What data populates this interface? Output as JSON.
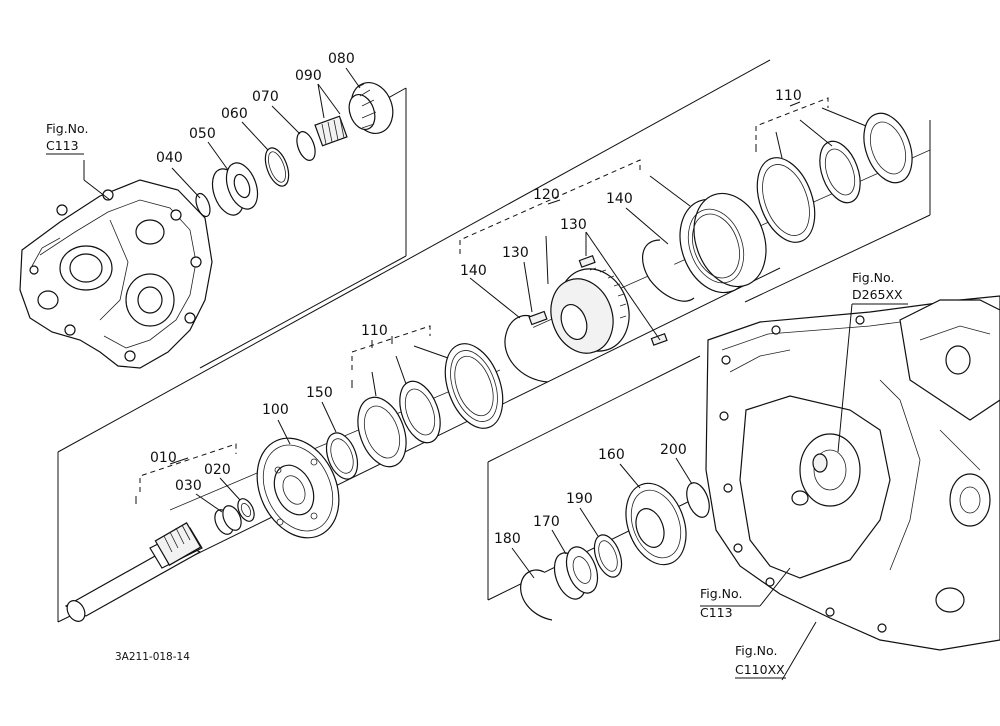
{
  "diagram_code": "3A211-018-14",
  "part_labels": {
    "p010": "010",
    "p020": "020",
    "p030": "030",
    "p040": "040",
    "p050": "050",
    "p060": "060",
    "p070": "070",
    "p080": "080",
    "p090": "090",
    "p100": "100",
    "p110a": "110",
    "p110b": "110",
    "p120": "120",
    "p130a": "130",
    "p130b": "130",
    "p140a": "140",
    "p140b": "140",
    "p150": "150",
    "p160": "160",
    "p170": "170",
    "p180": "180",
    "p190": "190",
    "p200": "200"
  },
  "fig_refs": {
    "c113_top": {
      "line1": "Fig.No.",
      "line2": "C113"
    },
    "d265xx": {
      "line1": "Fig.No.",
      "line2": "D265XX"
    },
    "c113_bottom": {
      "line1": "Fig.No.",
      "line2": "C113"
    },
    "c110xx": {
      "line1": "Fig.No.",
      "line2": "C110XX"
    }
  }
}
